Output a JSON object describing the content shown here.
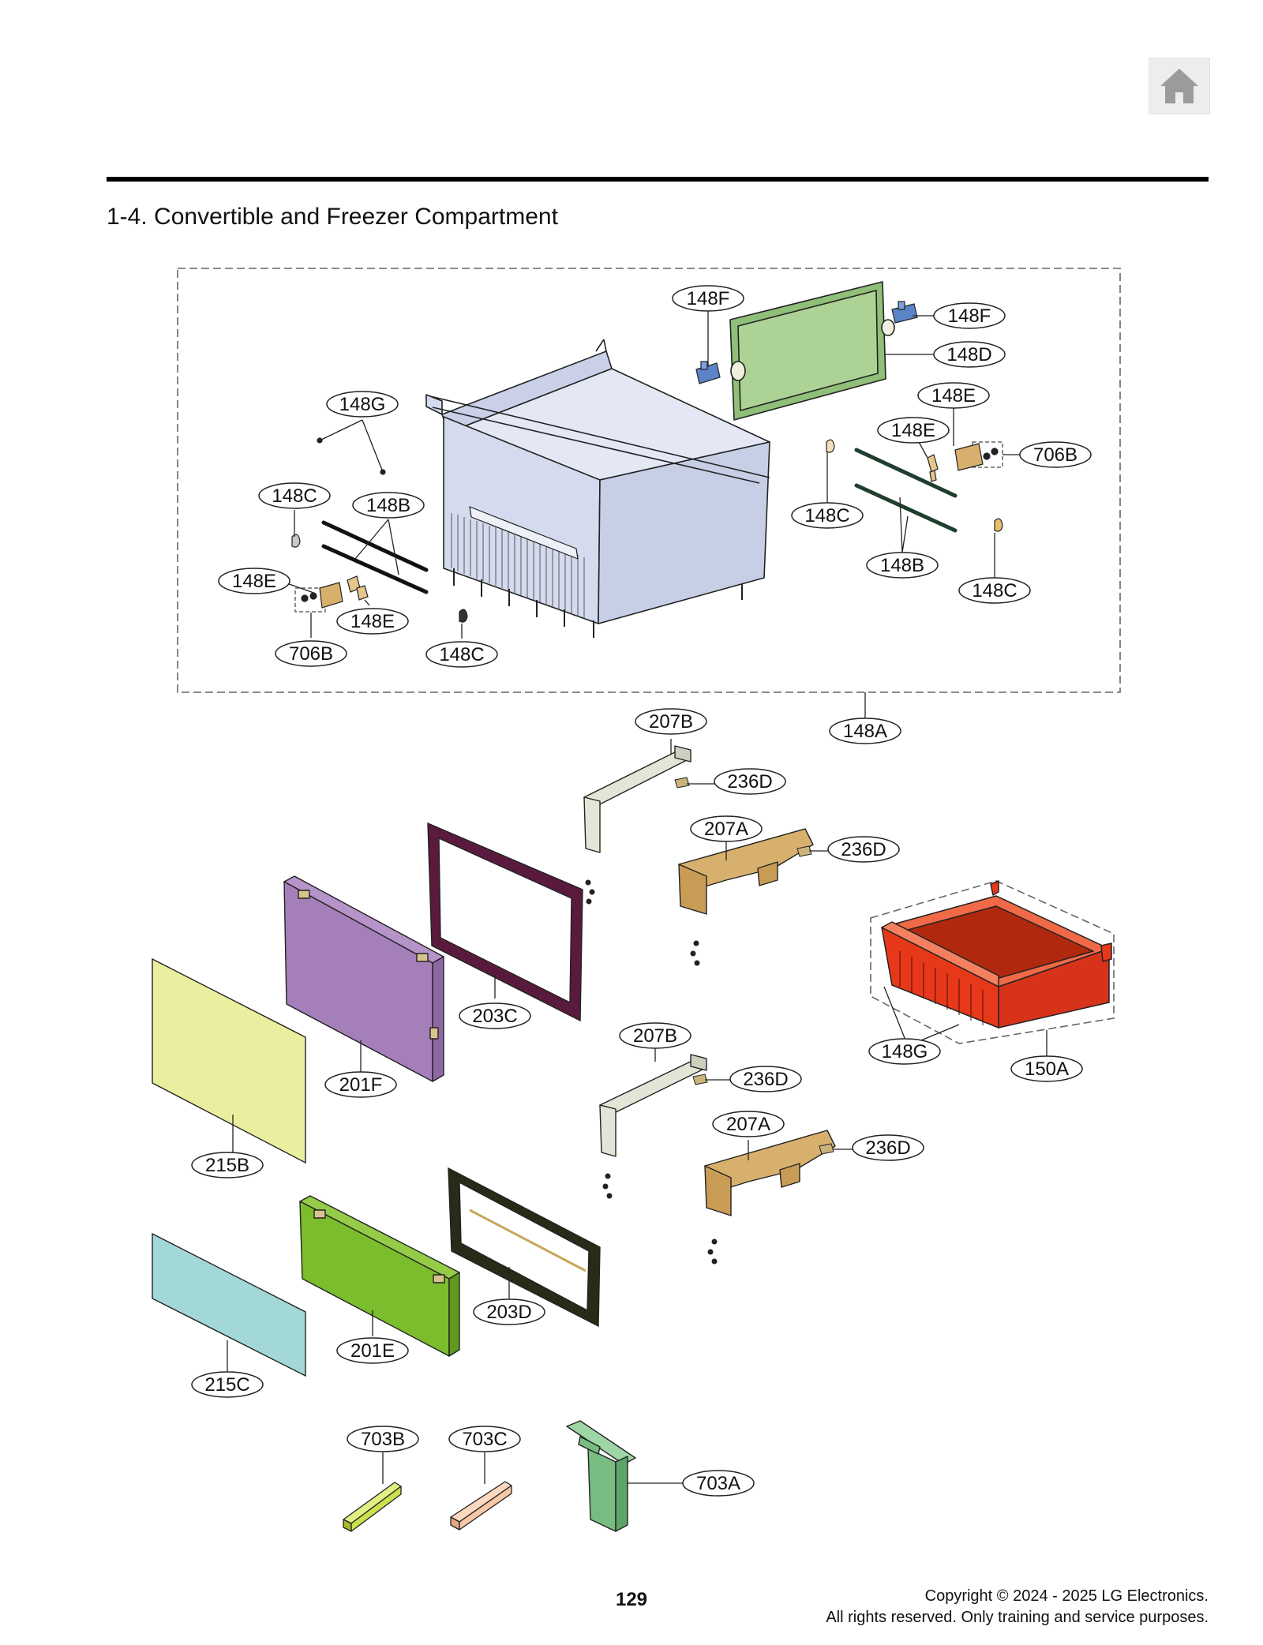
{
  "page": {
    "section_title": "1-4. Convertible and Freezer Compartment",
    "page_number": "129",
    "copyright_line1": "Copyright © 2024 - 2025 LG Electronics.",
    "copyright_line2": "All rights reserved. Only training and service purposes."
  },
  "nav": {
    "home_icon": "home-icon"
  },
  "parts": [
    "148F",
    "148F",
    "148D",
    "148E",
    "148E",
    "706B",
    "148G",
    "148C",
    "148B",
    "148C",
    "148B",
    "148C",
    "148E",
    "148E",
    "706B",
    "148C",
    "148A",
    "207B",
    "236D",
    "207A",
    "236D",
    "203C",
    "201F",
    "215B",
    "150A",
    "148G",
    "207B",
    "236D",
    "207A",
    "236D",
    "203D",
    "201E",
    "215C",
    "703B",
    "703C",
    "703A"
  ],
  "colors": {
    "upper_bin": "#d5dbee",
    "cover": "#acd395",
    "lower_drawer": "#e8381a",
    "panel_201f": "#a57fba",
    "panel_215b": "#e9ef9e",
    "panel_201e": "#7bbd2c",
    "panel_215c": "#a3d8d8",
    "rail": "#e3e6d6",
    "bracket": "#d8b06e",
    "clip": "#5b83c8",
    "part_703a": "#79bc82",
    "part_703b": "#cce04d",
    "part_703c": "#f6c8a6"
  }
}
